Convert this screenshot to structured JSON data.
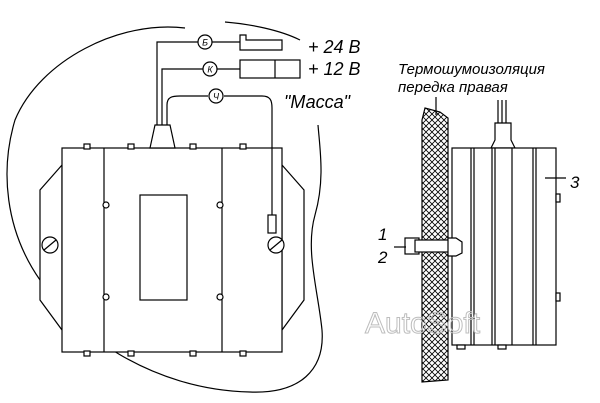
{
  "left_view": {
    "terminals": [
      {
        "mark": "Б",
        "label": "+ 24 В"
      },
      {
        "mark": "К",
        "label": "+ 12 В"
      },
      {
        "mark": "Ч",
        "label": "\"Масса\""
      }
    ]
  },
  "right_view": {
    "insulation_label_line1": "Термошумоизоляция",
    "insulation_label_line2": "передка правая",
    "callouts": [
      "1",
      "2",
      "3"
    ]
  },
  "watermark": "AutoSoft",
  "colors": {
    "line": "#000000",
    "watermark": "#bdbdbd"
  }
}
